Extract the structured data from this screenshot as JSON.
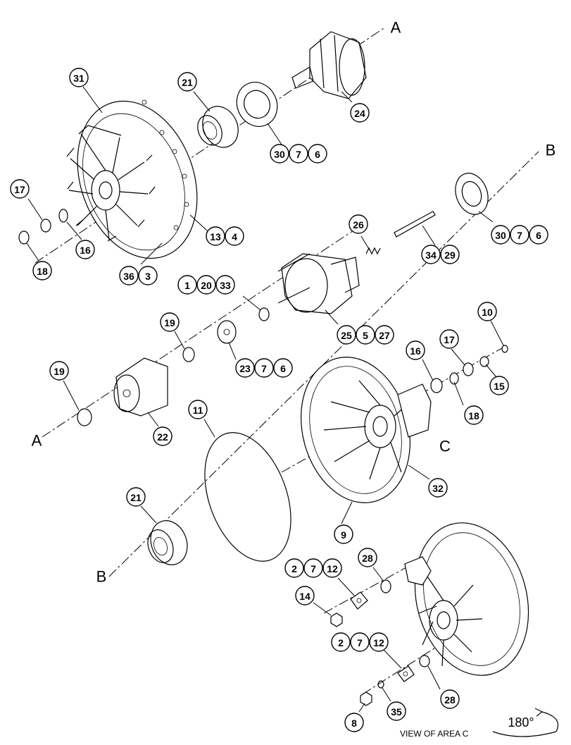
{
  "callout_groups": [
    {
      "id": "g31",
      "labels": [
        "31"
      ]
    },
    {
      "id": "g21a",
      "labels": [
        "21"
      ]
    },
    {
      "id": "g24",
      "labels": [
        "24"
      ]
    },
    {
      "id": "g30a",
      "labels": [
        "30",
        "7",
        "6"
      ]
    },
    {
      "id": "g17a",
      "labels": [
        "17"
      ]
    },
    {
      "id": "g16a",
      "labels": [
        "16"
      ]
    },
    {
      "id": "g18a",
      "labels": [
        "18"
      ]
    },
    {
      "id": "g13",
      "labels": [
        "13",
        "4"
      ]
    },
    {
      "id": "g36",
      "labels": [
        "36",
        "3"
      ]
    },
    {
      "id": "g26",
      "labels": [
        "26"
      ]
    },
    {
      "id": "g34",
      "labels": [
        "34",
        "29"
      ]
    },
    {
      "id": "g30b",
      "labels": [
        "30",
        "7",
        "6"
      ]
    },
    {
      "id": "g1",
      "labels": [
        "1",
        "20",
        "33"
      ]
    },
    {
      "id": "g25",
      "labels": [
        "25",
        "5",
        "27"
      ]
    },
    {
      "id": "g19a",
      "labels": [
        "19"
      ]
    },
    {
      "id": "g23",
      "labels": [
        "23",
        "7",
        "6"
      ]
    },
    {
      "id": "g10",
      "labels": [
        "10"
      ]
    },
    {
      "id": "g17b",
      "labels": [
        "17"
      ]
    },
    {
      "id": "g16b",
      "labels": [
        "16"
      ]
    },
    {
      "id": "g15",
      "labels": [
        "15"
      ]
    },
    {
      "id": "g18b",
      "labels": [
        "18"
      ]
    },
    {
      "id": "g19b",
      "labels": [
        "19"
      ]
    },
    {
      "id": "g22",
      "labels": [
        "22"
      ]
    },
    {
      "id": "g11",
      "labels": [
        "11"
      ]
    },
    {
      "id": "g32",
      "labels": [
        "32"
      ]
    },
    {
      "id": "g9",
      "labels": [
        "9"
      ]
    },
    {
      "id": "g21b",
      "labels": [
        "21"
      ]
    },
    {
      "id": "g28a",
      "labels": [
        "28"
      ]
    },
    {
      "id": "g2a",
      "labels": [
        "2",
        "7",
        "12"
      ]
    },
    {
      "id": "g14",
      "labels": [
        "14"
      ]
    },
    {
      "id": "g2b",
      "labels": [
        "2",
        "7",
        "12"
      ]
    },
    {
      "id": "g28b",
      "labels": [
        "28"
      ]
    },
    {
      "id": "g8",
      "labels": [
        "8"
      ]
    },
    {
      "id": "g35",
      "labels": [
        "35"
      ]
    }
  ],
  "axis_letters": {
    "a_top": "A",
    "b_top": "B",
    "a_bottom": "A",
    "b_bottom": "B",
    "c": "C"
  },
  "caption": "VIEW OF AREA C",
  "rotation_label": "180°"
}
